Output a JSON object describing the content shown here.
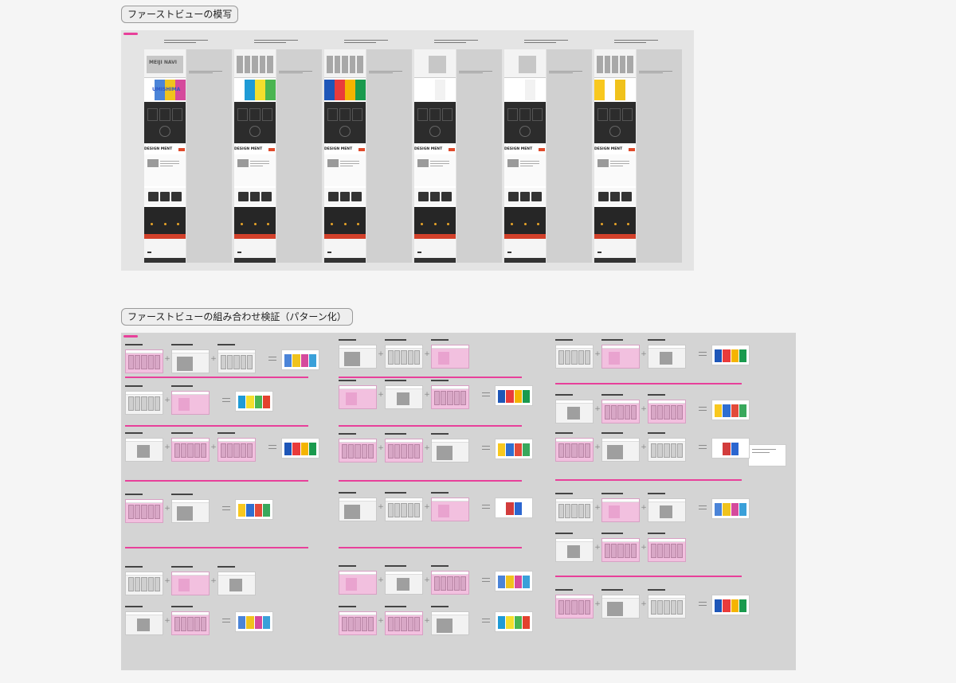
{
  "sections": {
    "first_view_copy": {
      "title": "ファーストビューの模写"
    },
    "combination_test": {
      "title": "ファーストビューの組み合わせ検証（パターン化）"
    }
  },
  "mock_texts": {
    "design_ment": "DESIGN MENT",
    "navi": "MEIJI NAVI",
    "umi": "UMISHIMA"
  },
  "colors": {
    "accent_pink": "#e8409a",
    "frame_gray": "#e4e4e4",
    "dark": "#2c2c2c",
    "red": "#d2402a"
  }
}
